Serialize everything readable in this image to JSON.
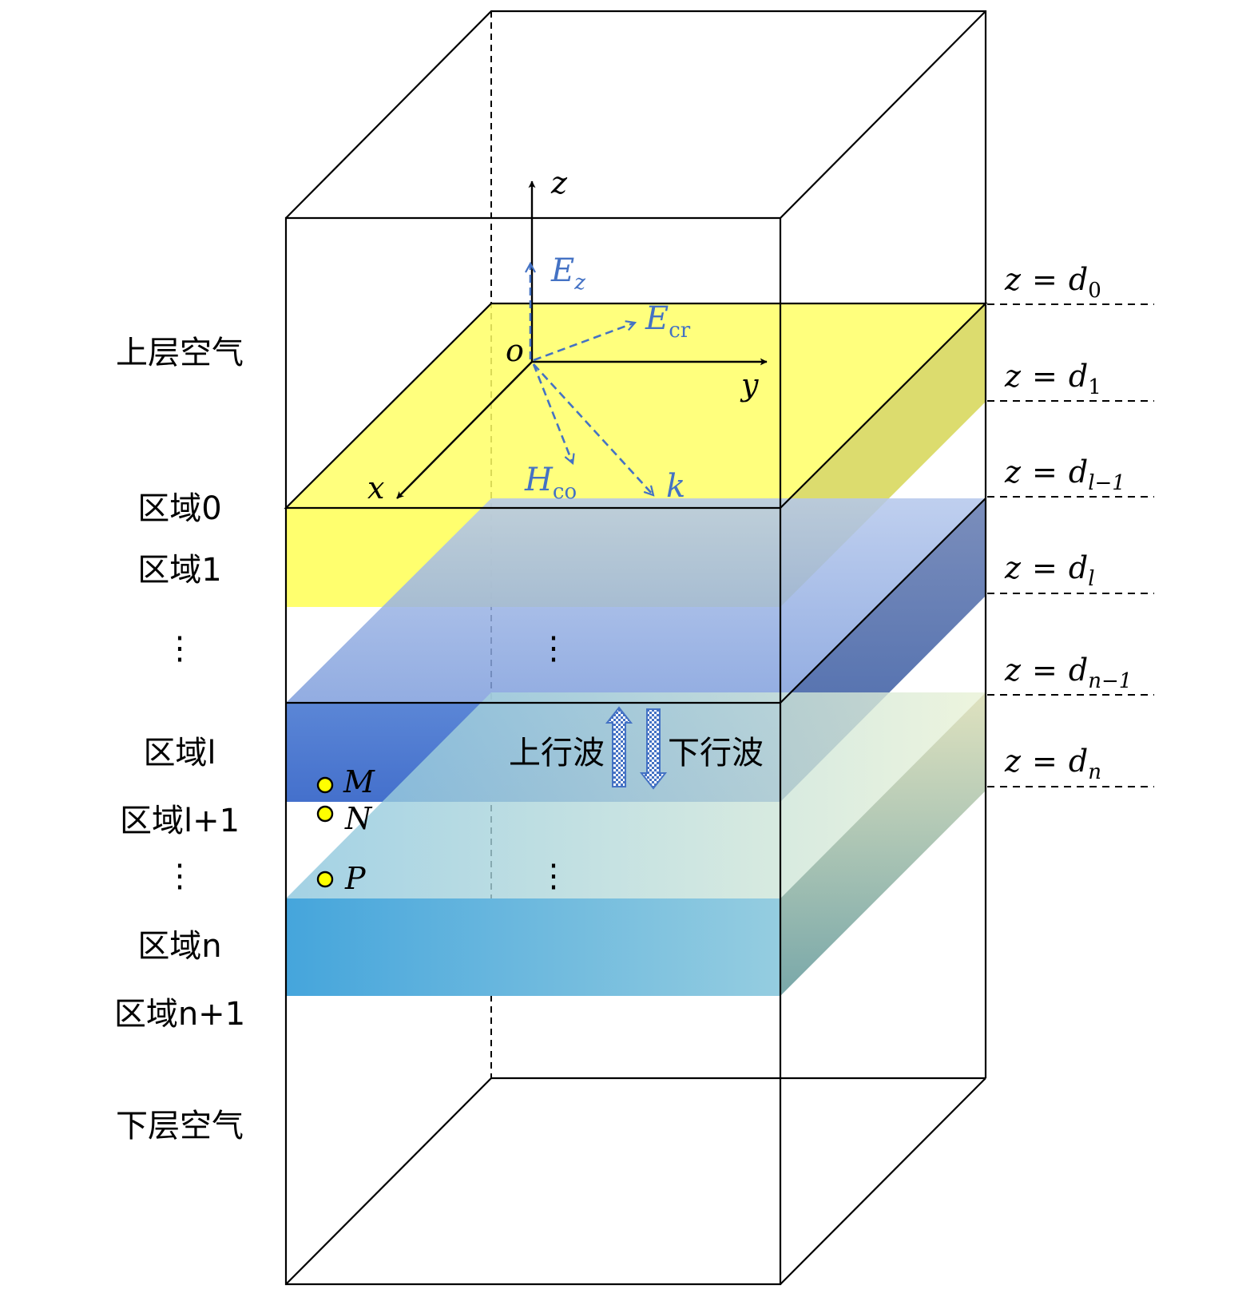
{
  "region_labels": {
    "upper_air": "上层空气",
    "region_0": "区域0",
    "region_1": "区域1",
    "region_l": "区域l",
    "region_l1": "区域l+1",
    "region_n": "区域n",
    "region_n1": "区域n+1",
    "lower_air": "下层空气"
  },
  "interfaces": [
    {
      "lhs": "z",
      "eq": "=",
      "var": "d",
      "sub": "0"
    },
    {
      "lhs": "z",
      "eq": "=",
      "var": "d",
      "sub": "1"
    },
    {
      "lhs": "z",
      "eq": "=",
      "var": "d",
      "sub": "l−1"
    },
    {
      "lhs": "z",
      "eq": "=",
      "var": "d",
      "sub": "l"
    },
    {
      "lhs": "z",
      "eq": "=",
      "var": "d",
      "sub": "n−1"
    },
    {
      "lhs": "z",
      "eq": "=",
      "var": "d",
      "sub": "n"
    }
  ],
  "axes": {
    "origin": "o",
    "x": "x",
    "y": "y",
    "z": "z"
  },
  "field_vectors": {
    "ez": {
      "base": "E",
      "sub": "z"
    },
    "ecr": {
      "base": "E",
      "sub": "cr"
    },
    "hco": {
      "base": "H",
      "sub": "co"
    },
    "k": {
      "base": "k",
      "sub": ""
    }
  },
  "waves": {
    "up": "上行波",
    "down": "下行波"
  },
  "points": [
    "M",
    "N",
    "P"
  ],
  "ellipsis": "⋮",
  "colors": {
    "layer_yellow": "#ffff66",
    "layer_blue": "#4f7fd3",
    "layer_cyan": "#4fa8dc",
    "vector_blue": "#4472c4",
    "point_fill": "#ffff00"
  }
}
